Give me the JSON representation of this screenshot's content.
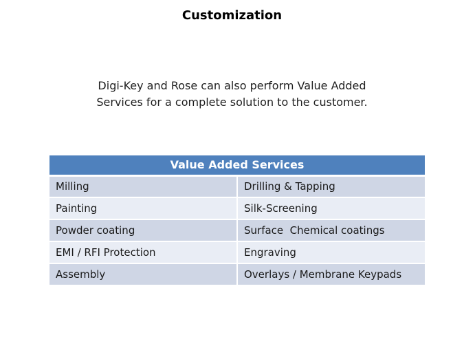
{
  "slide": {
    "title": "Customization",
    "body_lines": [
      "Digi-Key and Rose can also perform Value Added",
      "Services for a complete solution to the customer."
    ]
  },
  "table": {
    "header": "Value Added Services",
    "rows": [
      [
        "Milling",
        "Drilling & Tapping"
      ],
      [
        "Painting",
        "Silk-Screening"
      ],
      [
        "Powder coating",
        "Surface  Chemical coatings"
      ],
      [
        "EMI / RFI Protection",
        "Engraving"
      ],
      [
        "Assembly",
        "Overlays / Membrane Keypads"
      ]
    ],
    "colors": {
      "header_bg": "#4f81bd",
      "header_text": "#ffffff",
      "row_dark_bg": "#cfd6e5",
      "row_light_bg": "#e9edf5",
      "cell_text": "#1a1a1a"
    }
  }
}
